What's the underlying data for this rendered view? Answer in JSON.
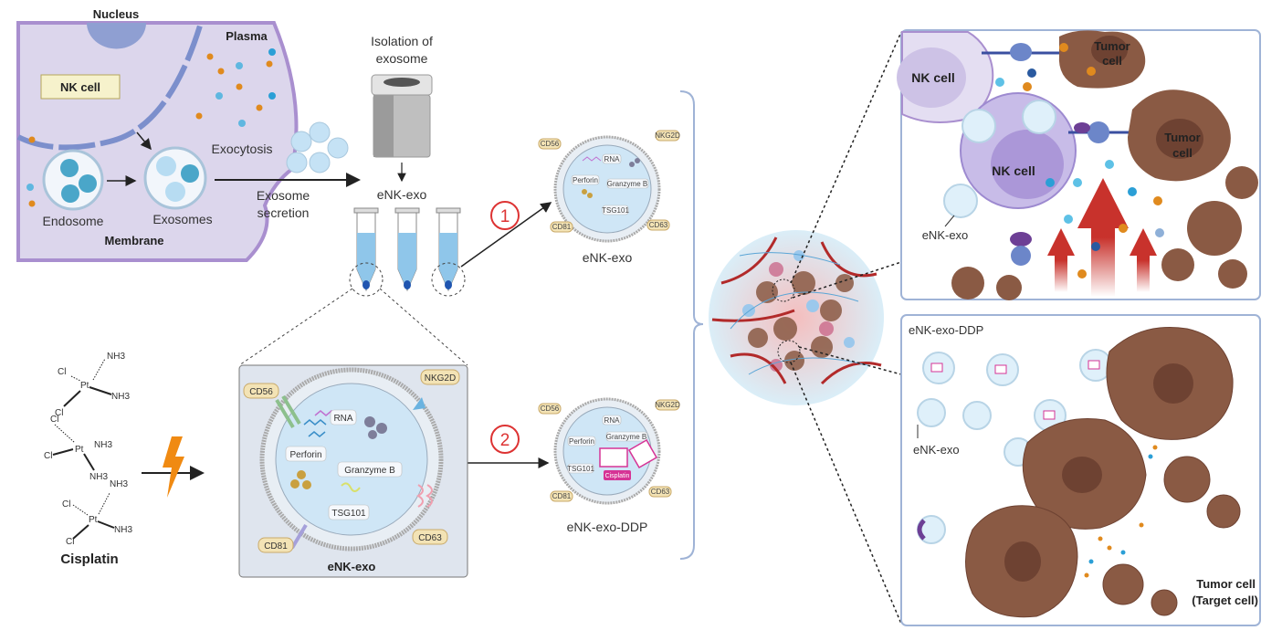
{
  "cell": {
    "nucleus": "Nucleus",
    "plasma": "Plasma",
    "nk_cell": "NK cell",
    "endosome": "Endosome",
    "exosomes": "Exosomes",
    "membrane": "Membrane",
    "exocytosis": "Exocytosis",
    "secretion_1": "Exosome",
    "secretion_2": "secretion"
  },
  "isolation": {
    "line1": "Isolation of",
    "line2": "exosome",
    "product": "eNK-exo"
  },
  "steps": [
    "1",
    "2"
  ],
  "exosome": {
    "rna": "RNA",
    "perforin": "Perforin",
    "granzyme": "Granzyme B",
    "tsg101": "TSG101",
    "cd56": "CD56",
    "nkg2d": "NKG2D",
    "cd63": "CD63",
    "cd81": "CD81",
    "cisplatin": "Cisplatin"
  },
  "labels": {
    "enk_exo": "eNK-exo",
    "enk_exo_ddp": "eNK-exo-DDP",
    "detail_title": "eNK-exo"
  },
  "cisplatin": {
    "title": "Cisplatin",
    "cl": "Cl",
    "pt": "Pt",
    "nh3": "NH3"
  },
  "panel_top": {
    "nk_cell_1": "NK cell",
    "nk_cell_2": "NK cell",
    "tumor_1a": "Tumor",
    "tumor_1b": "cell",
    "tumor_2a": "Tumor",
    "tumor_2b": "cell",
    "exo": "eNK-exo"
  },
  "panel_bottom": {
    "ddp": "eNK-exo-DDP",
    "exo": "eNK-exo",
    "target_1": "Tumor cell",
    "target_2": "(Target cell)"
  },
  "colors": {
    "cell_fill": "#dcd6ec",
    "membrane": "#a98fcf",
    "nucleus": "#8f9fd2",
    "tumor": "#8a5a44",
    "tumor_nucleus": "#6e4232",
    "exo_fill": "#cfe6f6",
    "step_red": "#d33",
    "arrow_red": "#c8322c",
    "lightning": "#f08a12",
    "panel_border": "#9fb3d6",
    "cisplatin_pink": "#d63395"
  }
}
